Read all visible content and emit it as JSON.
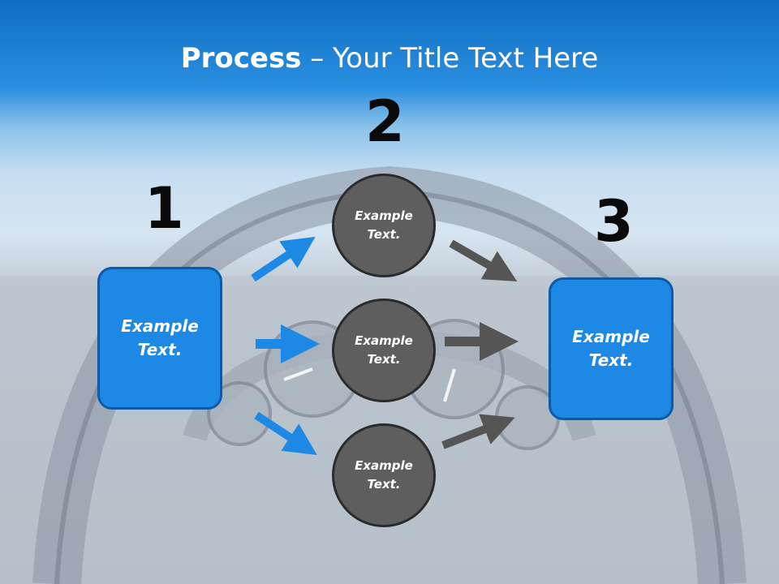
{
  "slide": {
    "title_bold": "Process",
    "title_rest": " – Your Title Text Here"
  },
  "steps": {
    "step1_number": "1",
    "step2_number": "2",
    "step3_number": "3"
  },
  "boxes": {
    "left": "Example\nText.",
    "right": "Example\nText."
  },
  "circles": {
    "top": "Example\nText.",
    "middle": "Example\nText.",
    "bottom": "Example\nText."
  },
  "colors": {
    "blue_accent": "#1e88e5",
    "gray_circle": "#5e5e5e",
    "gray_arrow": "#555555"
  }
}
